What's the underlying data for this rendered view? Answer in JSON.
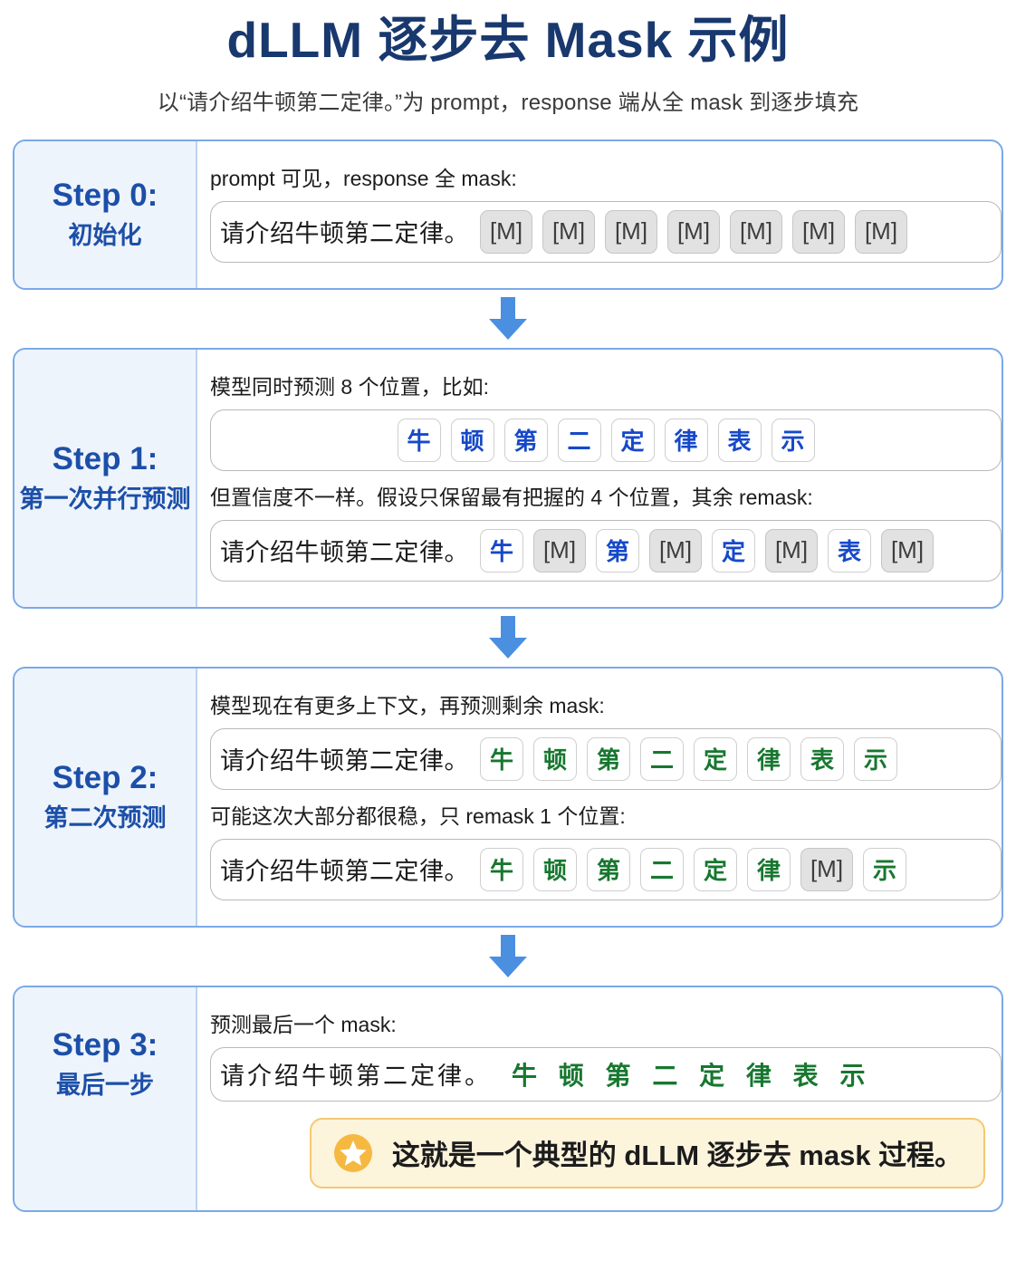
{
  "header": {
    "title": "dLLM 逐步去 Mask 示例",
    "subtitle": "以“请介绍牛顿第二定律。”为 prompt，response 端从全 mask 到逐步填充"
  },
  "colors": {
    "title_blue": "#18386e",
    "step_blue": "#1c4fa8",
    "panel_border": "#7aa9e8",
    "panel_left_bg": "#eef4fc",
    "token_blue": "#1649c9",
    "token_green": "#17772f",
    "mask_bg": "#e2e2e2",
    "arrow_blue": "#4a8fe0",
    "callout_bg": "#fdf4dc",
    "callout_border": "#f3c873",
    "star_gold": "#f5b942"
  },
  "prompt": "请介绍牛顿第二定律。",
  "mask_label": "[M]",
  "icons": {
    "arrow": "arrow-down-icon",
    "star": "star-icon"
  },
  "steps": [
    {
      "title": "Step 0:",
      "subtitle": "初始化",
      "rows": [
        {
          "caption": "prompt 可见，response 全 mask:",
          "show_prompt": true,
          "tokens": [
            {
              "text": "[M]",
              "kind": "mask"
            },
            {
              "text": "[M]",
              "kind": "mask"
            },
            {
              "text": "[M]",
              "kind": "mask"
            },
            {
              "text": "[M]",
              "kind": "mask"
            },
            {
              "text": "[M]",
              "kind": "mask"
            },
            {
              "text": "[M]",
              "kind": "mask"
            },
            {
              "text": "[M]",
              "kind": "mask"
            }
          ]
        }
      ]
    },
    {
      "title": "Step 1:",
      "subtitle": "第一次并行预测",
      "rows": [
        {
          "caption": "模型同时预测 8 个位置，比如:",
          "show_prompt": false,
          "centered": true,
          "tokens": [
            {
              "text": "牛",
              "kind": "blue"
            },
            {
              "text": "顿",
              "kind": "blue"
            },
            {
              "text": "第",
              "kind": "blue"
            },
            {
              "text": "二",
              "kind": "blue"
            },
            {
              "text": "定",
              "kind": "blue"
            },
            {
              "text": "律",
              "kind": "blue"
            },
            {
              "text": "表",
              "kind": "blue"
            },
            {
              "text": "示",
              "kind": "blue"
            }
          ]
        },
        {
          "caption": "但置信度不一样。假设只保留最有把握的 4 个位置，其余 remask:",
          "show_prompt": true,
          "tokens": [
            {
              "text": "牛",
              "kind": "blue"
            },
            {
              "text": "[M]",
              "kind": "mask"
            },
            {
              "text": "第",
              "kind": "blue"
            },
            {
              "text": "[M]",
              "kind": "mask"
            },
            {
              "text": "定",
              "kind": "blue"
            },
            {
              "text": "[M]",
              "kind": "mask"
            },
            {
              "text": "表",
              "kind": "blue"
            },
            {
              "text": "[M]",
              "kind": "mask"
            }
          ]
        }
      ]
    },
    {
      "title": "Step 2:",
      "subtitle": "第二次预测",
      "rows": [
        {
          "caption": "模型现在有更多上下文，再预测剩余 mask:",
          "show_prompt": true,
          "tokens": [
            {
              "text": "牛",
              "kind": "green"
            },
            {
              "text": "顿",
              "kind": "green"
            },
            {
              "text": "第",
              "kind": "green"
            },
            {
              "text": "二",
              "kind": "green"
            },
            {
              "text": "定",
              "kind": "green"
            },
            {
              "text": "律",
              "kind": "green"
            },
            {
              "text": "表",
              "kind": "green"
            },
            {
              "text": "示",
              "kind": "green"
            }
          ]
        },
        {
          "caption": "可能这次大部分都很稳，只 remask 1 个位置:",
          "show_prompt": true,
          "tokens": [
            {
              "text": "牛",
              "kind": "green"
            },
            {
              "text": "顿",
              "kind": "green"
            },
            {
              "text": "第",
              "kind": "green"
            },
            {
              "text": "二",
              "kind": "green"
            },
            {
              "text": "定",
              "kind": "green"
            },
            {
              "text": "律",
              "kind": "green"
            },
            {
              "text": "[M]",
              "kind": "mask"
            },
            {
              "text": "示",
              "kind": "green"
            }
          ]
        }
      ]
    },
    {
      "title": "Step 3:",
      "subtitle": "最后一步",
      "rows": [
        {
          "caption": "预测最后一个 mask:",
          "show_prompt": true,
          "spaced_prompt": true,
          "plain_result": "牛 顿 第 二 定 律 表 示",
          "tokens": []
        }
      ]
    }
  ],
  "callout": {
    "text": "这就是一个典型的 dLLM 逐步去 mask 过程。"
  }
}
